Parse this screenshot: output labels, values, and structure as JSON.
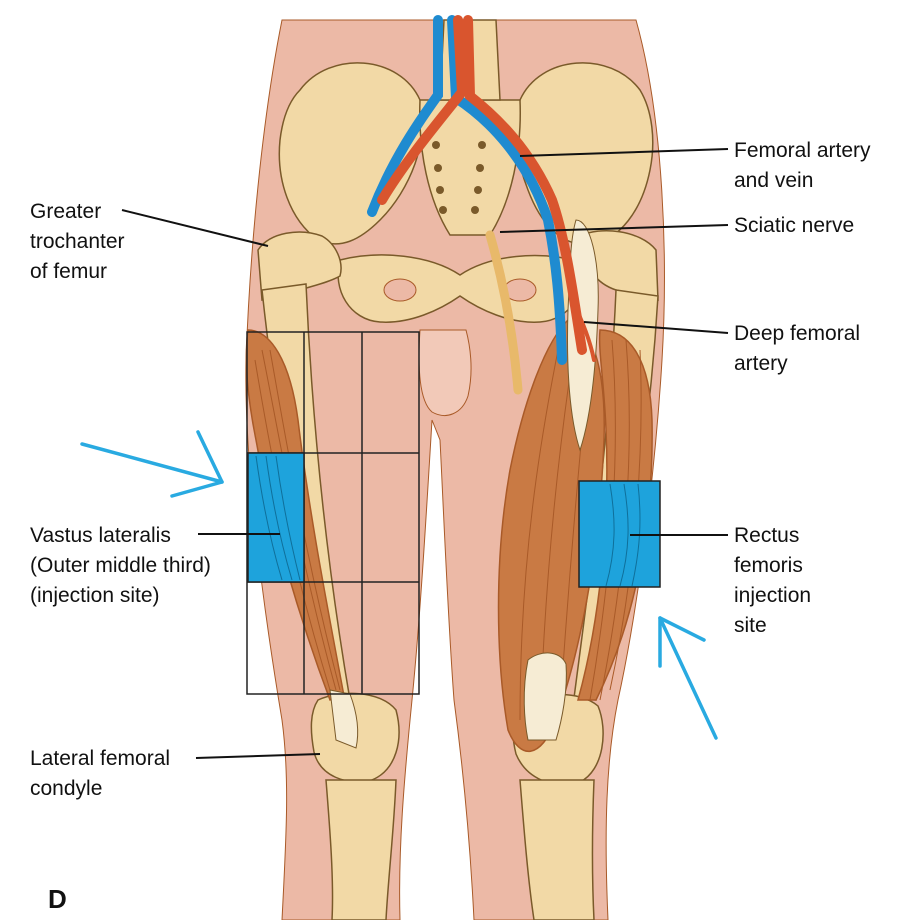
{
  "colors": {
    "skin": "#ecb9a6",
    "skin_light": "#f2c9b8",
    "bone": "#f2d9a6",
    "bone_edge": "#7a5a2a",
    "muscle": "#c97a44",
    "muscle_dark": "#a95a28",
    "tendon": "#f6ecd4",
    "artery": "#d9552e",
    "vein": "#1f8bd0",
    "nerve": "#e8b96a",
    "injection_site": "#1ea3dc",
    "arrow": "#29aae1",
    "grid": "#222222"
  },
  "labels": {
    "femoral_artery_vein": [
      "Femoral artery",
      "and vein"
    ],
    "sciatic_nerve": [
      "Sciatic nerve"
    ],
    "deep_femoral_artery": [
      "Deep femoral",
      "artery"
    ],
    "greater_trochanter": [
      "Greater",
      "trochanter",
      "of femur"
    ],
    "vastus_lateralis": [
      "Vastus lateralis",
      "(Outer middle third)",
      "(injection site)"
    ],
    "rectus_femoris": [
      "Rectus",
      "femoris",
      "injection",
      "site"
    ],
    "lateral_femoral_condyle": [
      "Lateral femoral",
      "condyle"
    ]
  },
  "panel_letter": "D"
}
